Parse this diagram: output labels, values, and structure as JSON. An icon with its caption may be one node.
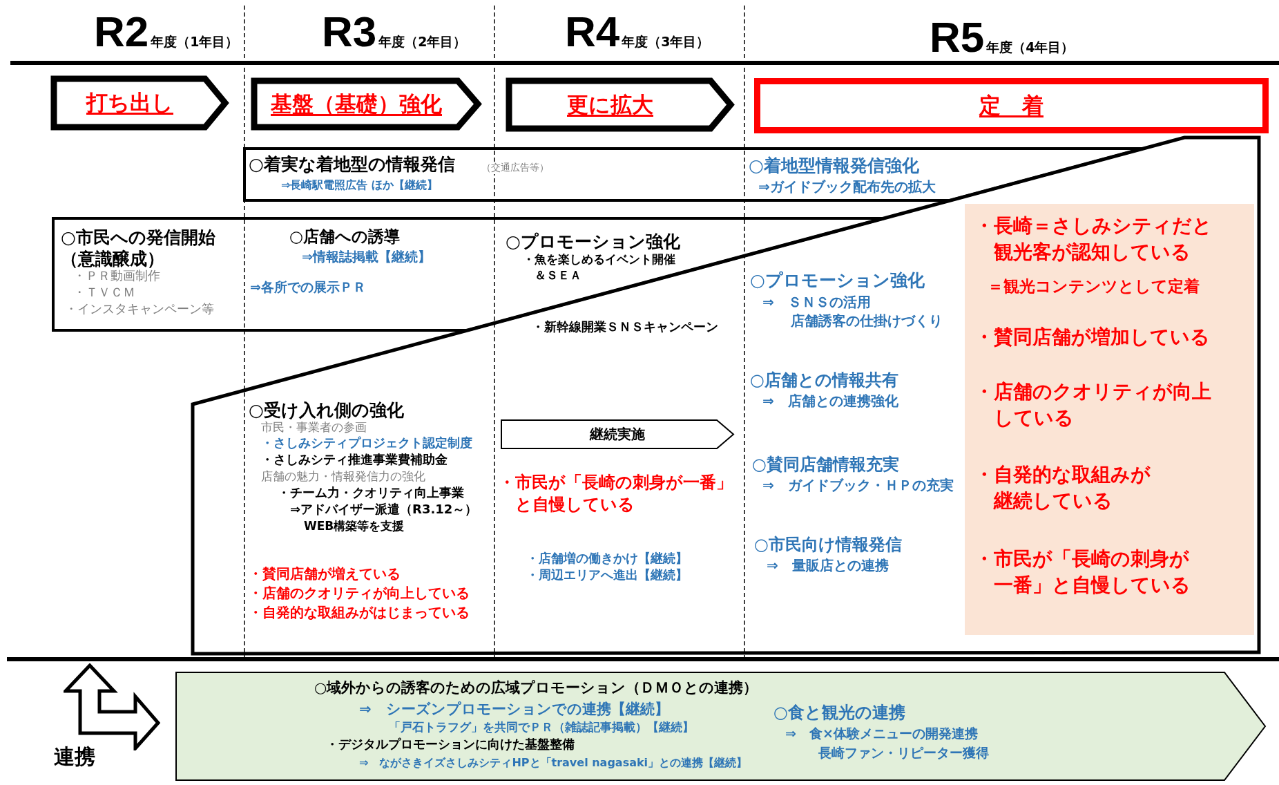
{
  "diagram": {
    "nodes": [
      {
        "text": [
          "打ち出し"
        ]
      },
      {
        "text": [
          "基盤（基礎）強化"
        ]
      },
      {
        "text": [
          "更に拡大"
        ]
      },
      {
        "text": [
          "定　着"
        ]
      },
      {
        "text": [
          "○着実な着地型の情報発信",
          "（交通広告等）",
          "⇒長崎駅電照広告 ほか【継続】",
          "○着地型情報発信強化",
          "⇒ガイドブック配布先の拡大"
        ]
      },
      {
        "text": [
          "○市民への発信開始（意識醸成）",
          "・ＰＲ動画制作",
          "・ＴＶＣＭ",
          "・インスタキャンペーン等",
          "○店舗への誘導",
          "⇒情報誌掲載【継続】",
          "⇒各所での展示ＰＲ"
        ]
      },
      {
        "text": [
          "○受け入れ側の強化",
          "市民・事業者の参画",
          "・さしみシティプロジェクト認定制度",
          "・さしみシティ推進事業費補助金",
          "店舗の魅力・情報発信力の強化",
          "・チーム力・クオリティ向上事業",
          "⇒アドバイザー派遣（R3.12～）",
          "WEB構築等を支援",
          "・賛同店舗が増えている",
          "・店舗のクオリティが向上している",
          "・自発的な取組みがはじまっている",
          "・市民が「長崎の刺身が一番」と自慢している",
          "・店舗増の働きかけ【継続】",
          "・周辺エリアへ進出【継続】",
          "○プロモーション強化",
          "⇒　ＳＮＳの活用",
          "店舗誘客の仕掛けづくり",
          "○店舗との情報共有",
          "⇒　店舗との連携強化",
          "○賛同店舗情報充実",
          "⇒　ガイドブック・ＨＰの充実",
          "○市民向け情報発信",
          "⇒　量販店との連携"
        ]
      },
      {
        "text": [
          "継続実施"
        ],
        "in": 6
      },
      {
        "text": [
          "・長崎＝さしみシティだと観光客が認知している",
          "＝観光コンテンツとして定着",
          "・賛同店舗が増加している",
          "・店舗のクオリティが向上している",
          "・自発的な取組みが継続している",
          "・市民が「長崎の刺身が一番」と自慢している"
        ],
        "in": 6
      },
      {
        "text": [
          "○域外からの誘客のための広域プロモーション（ＤＭＯとの連携）",
          "⇒　シーズンプロモーションでの連携【継続】",
          "「戸石トラフグ」を共同でＰＲ（雑誌記事掲載）【継続】",
          "・デジタルプロモーションに向けた基盤整備",
          "⇒　ながさきイズさしみシティHPと「travel nagasaki」との連携【継続】",
          "○食と観光の連携",
          "⇒　食×体験メニューの開発連携",
          "長崎ファン・リピーター獲得"
        ]
      }
    ],
    "labels": [
      "R2",
      "年度（1年目）",
      "R3",
      "年度（2年目）",
      "R4",
      "年度（3年目）",
      "R5",
      "年度（4年目）",
      "○プロモーション強化",
      "・魚を楽しめるイベント開催＆ＳＥＡ",
      "・新幹線開業ＳＮＳキャンペーン",
      "連携"
    ]
  }
}
